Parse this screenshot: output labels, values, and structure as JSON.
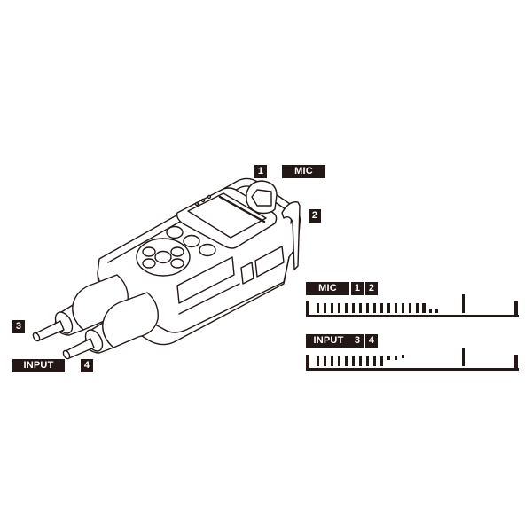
{
  "illustration": {
    "subject": "handheld-audio-recorder",
    "line_color": "#231815",
    "fill_color": "#ffffff"
  },
  "callouts": {
    "mic_label": "MIC",
    "input_label": "INPUT",
    "ch1": "1",
    "ch2": "2",
    "ch3": "3",
    "ch4": "4"
  },
  "meters": [
    {
      "label": "MIC",
      "channels": [
        "1",
        "2"
      ],
      "full_bars": 16,
      "small_segments": 2,
      "peak_marker": true
    },
    {
      "label": "INPUT",
      "channels": [
        "3",
        "4"
      ],
      "full_bars": 10,
      "small_segments": 3,
      "peak_marker": true
    }
  ],
  "colors": {
    "ink": "#231815",
    "background": "#ffffff"
  }
}
